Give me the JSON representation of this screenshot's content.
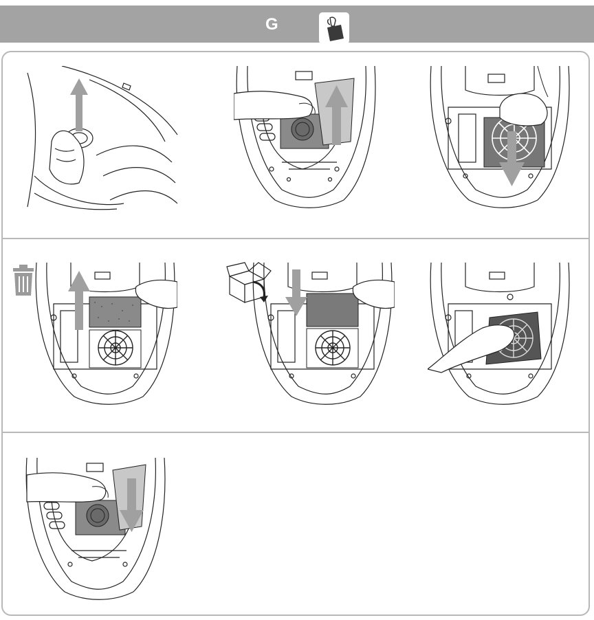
{
  "header": {
    "section_letter": "G",
    "icon": "dustbag-hand-icon",
    "background_color": "#a3a3a3"
  },
  "steps": [
    {
      "id": 1,
      "icon": "lift-lid-illustration",
      "arrow": "up"
    },
    {
      "id": 2,
      "icon": "remove-dustbag-illustration",
      "arrow": "up"
    },
    {
      "id": 3,
      "icon": "press-filter-down-illustration",
      "arrow": "down"
    },
    {
      "id": 4,
      "icon": "remove-filter-illustration",
      "arrow": "up",
      "extra_icon": "trash-bin-icon"
    },
    {
      "id": 5,
      "icon": "insert-new-filter-illustration",
      "arrow": "down",
      "extra_icon": "open-box-icon"
    },
    {
      "id": 6,
      "icon": "push-filter-holder-illustration",
      "arrow": "none"
    },
    {
      "id": 7,
      "icon": "insert-dustbag-illustration",
      "arrow": "down"
    }
  ],
  "colors": {
    "arrow": "#a0a0a0",
    "line": "#222222",
    "filter_fill": "#7a7a7a",
    "bag_fill": "#8a8a8a"
  }
}
